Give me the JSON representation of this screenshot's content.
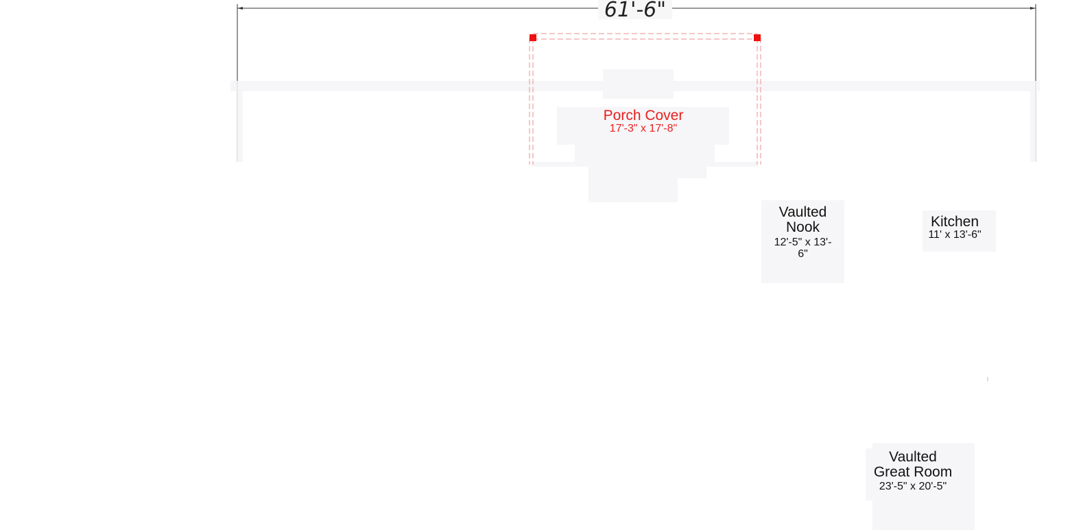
{
  "plan": {
    "overall_dimension": "61'-6\"",
    "colors": {
      "wall_fill": "#f6f5f7",
      "wall_stroke": "#e6e3e8",
      "dimension_line": "#333333",
      "porch_annotation": "#e8201e",
      "porch_dash": "#f1a3a3",
      "room_label": "#111111"
    },
    "rooms": {
      "porch_cover": {
        "name": "Porch Cover",
        "size": "17'-3\" x 17'-8\""
      },
      "vaulted_nook": {
        "name_line1": "Vaulted",
        "name_line2": "Nook",
        "size_line1": "12'-5\" x 13'-",
        "size_line2": "6\""
      },
      "kitchen": {
        "name": "Kitchen",
        "size": "11' x 13'-6\""
      },
      "vaulted_great_room": {
        "name_line1": "Vaulted",
        "name_line2": "Great Room",
        "size": "23'-5\" x 20'-5\""
      }
    }
  }
}
